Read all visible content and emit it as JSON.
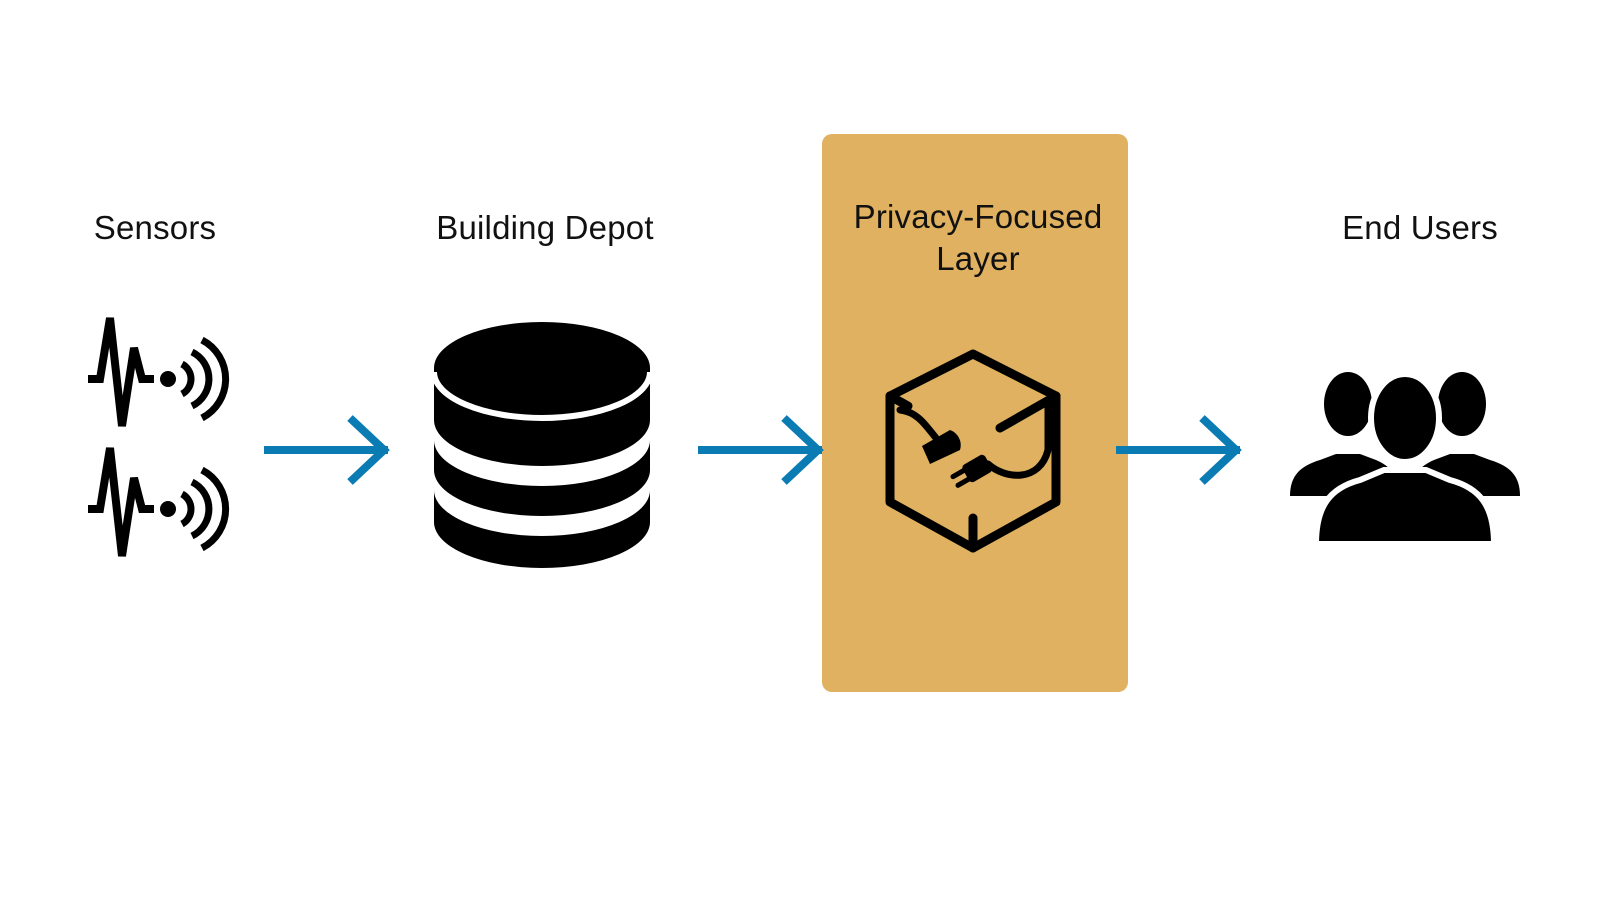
{
  "diagram": {
    "stages": [
      {
        "id": "sensors",
        "label": "Sensors",
        "icon": "sensor-signal-icon"
      },
      {
        "id": "depot",
        "label": "Building Depot",
        "icon": "database-icon"
      },
      {
        "id": "privacy",
        "label": "Privacy-Focused Layer",
        "icon": "privacy-cube-plug-icon"
      },
      {
        "id": "users",
        "label": "End Users",
        "icon": "users-group-icon"
      }
    ],
    "arrows": [
      {
        "from": "sensors",
        "to": "depot"
      },
      {
        "from": "depot",
        "to": "privacy"
      },
      {
        "from": "privacy",
        "to": "users"
      }
    ],
    "colors": {
      "arrow": "#0a7bb3",
      "highlight_box": "#dfb160",
      "icon": "#000000",
      "background": "#ffffff"
    }
  }
}
